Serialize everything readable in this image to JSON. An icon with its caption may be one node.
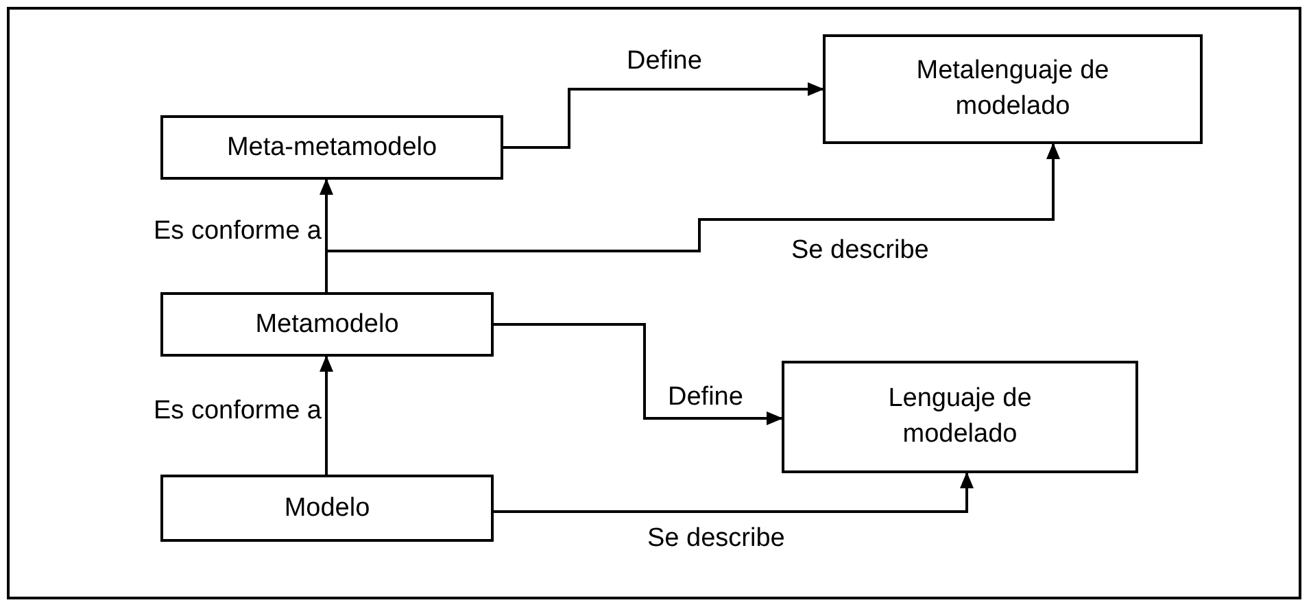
{
  "diagram": {
    "nodes": [
      {
        "text": [
          "Meta-metamodelo"
        ]
      },
      {
        "text": [
          "Metalenguaje de modelado"
        ]
      },
      {
        "text": [
          "Metamodelo"
        ]
      },
      {
        "text": [
          "Lenguaje de modelado"
        ]
      },
      {
        "text": [
          "Modelo"
        ]
      }
    ],
    "edges": [
      {
        "from": 0,
        "to": 1,
        "arrow": "to",
        "label": "Define"
      },
      {
        "from": 2,
        "to": 0,
        "arrow": "to",
        "label": "Es conforme a"
      },
      {
        "from": 2,
        "to": 1,
        "arrow": "to",
        "label": "Se describe"
      },
      {
        "from": 2,
        "to": 3,
        "arrow": "to",
        "label": "Define"
      },
      {
        "from": 4,
        "to": 2,
        "arrow": "to",
        "label": "Es conforme a"
      },
      {
        "from": 4,
        "to": 3,
        "arrow": "to",
        "label": "Se describe"
      }
    ]
  }
}
